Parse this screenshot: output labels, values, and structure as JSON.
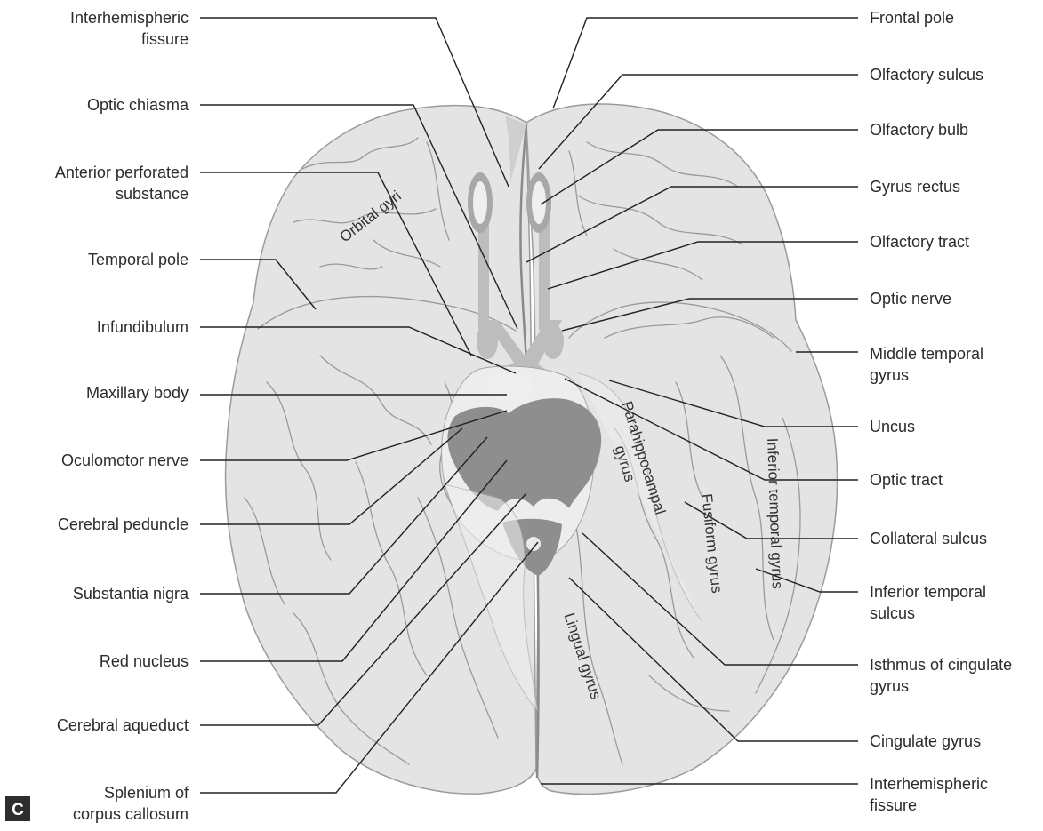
{
  "panel": {
    "letter": "C"
  },
  "labels_left": [
    {
      "id": "interhemispheric-fissure-top",
      "lines": [
        "Interhemispheric",
        "fissure"
      ]
    },
    {
      "id": "optic-chiasma",
      "lines": [
        "Optic chiasma"
      ]
    },
    {
      "id": "anterior-perforated-substance",
      "lines": [
        "Anterior perforated",
        "substance"
      ]
    },
    {
      "id": "temporal-pole",
      "lines": [
        "Temporal pole"
      ]
    },
    {
      "id": "infundibulum",
      "lines": [
        "Infundibulum"
      ]
    },
    {
      "id": "maxillary-body",
      "lines": [
        "Maxillary body"
      ]
    },
    {
      "id": "oculomotor-nerve",
      "lines": [
        "Oculomotor nerve"
      ]
    },
    {
      "id": "cerebral-peduncle",
      "lines": [
        "Cerebral peduncle"
      ]
    },
    {
      "id": "substantia-nigra",
      "lines": [
        "Substantia nigra"
      ]
    },
    {
      "id": "red-nucleus",
      "lines": [
        "Red nucleus"
      ]
    },
    {
      "id": "cerebral-aqueduct",
      "lines": [
        "Cerebral aqueduct"
      ]
    },
    {
      "id": "splenium-of-corpus-callosum",
      "lines": [
        "Splenium of",
        "corpus callosum"
      ]
    }
  ],
  "labels_right": [
    {
      "id": "frontal-pole",
      "lines": [
        "Frontal pole"
      ]
    },
    {
      "id": "olfactory-sulcus",
      "lines": [
        "Olfactory sulcus"
      ]
    },
    {
      "id": "olfactory-bulb",
      "lines": [
        "Olfactory bulb"
      ]
    },
    {
      "id": "gyrus-rectus",
      "lines": [
        "Gyrus rectus"
      ]
    },
    {
      "id": "olfactory-tract",
      "lines": [
        "Olfactory tract"
      ]
    },
    {
      "id": "optic-nerve",
      "lines": [
        "Optic nerve"
      ]
    },
    {
      "id": "middle-temporal-gyrus",
      "lines": [
        "Middle temporal",
        "gyrus"
      ]
    },
    {
      "id": "uncus",
      "lines": [
        "Uncus"
      ]
    },
    {
      "id": "optic-tract",
      "lines": [
        "Optic tract"
      ]
    },
    {
      "id": "collateral-sulcus",
      "lines": [
        "Collateral sulcus"
      ]
    },
    {
      "id": "inferior-temporal-sulcus",
      "lines": [
        "Inferior temporal",
        "sulcus"
      ]
    },
    {
      "id": "isthmus-of-cingulate-gyrus",
      "lines": [
        "Isthmus of cingulate",
        "gyrus"
      ]
    },
    {
      "id": "cingulate-gyrus",
      "lines": [
        "Cingulate gyrus"
      ]
    },
    {
      "id": "interhemispheric-fissure-bottom",
      "lines": [
        "Interhemispheric",
        "fissure"
      ]
    }
  ],
  "inline_labels": [
    {
      "id": "orbital-gyri",
      "lines": [
        "Orbital gyri"
      ]
    },
    {
      "id": "parahippocampal-gyrus",
      "lines": [
        "Parahippocampal",
        "gyrus"
      ]
    },
    {
      "id": "inferior-temporal-gyrus",
      "lines": [
        "Inferior temporal gyrus"
      ]
    },
    {
      "id": "fusiform-gyrus",
      "lines": [
        "Fusiform gyrus"
      ]
    },
    {
      "id": "lingual-gyrus",
      "lines": [
        "Lingual gyrus"
      ]
    }
  ]
}
